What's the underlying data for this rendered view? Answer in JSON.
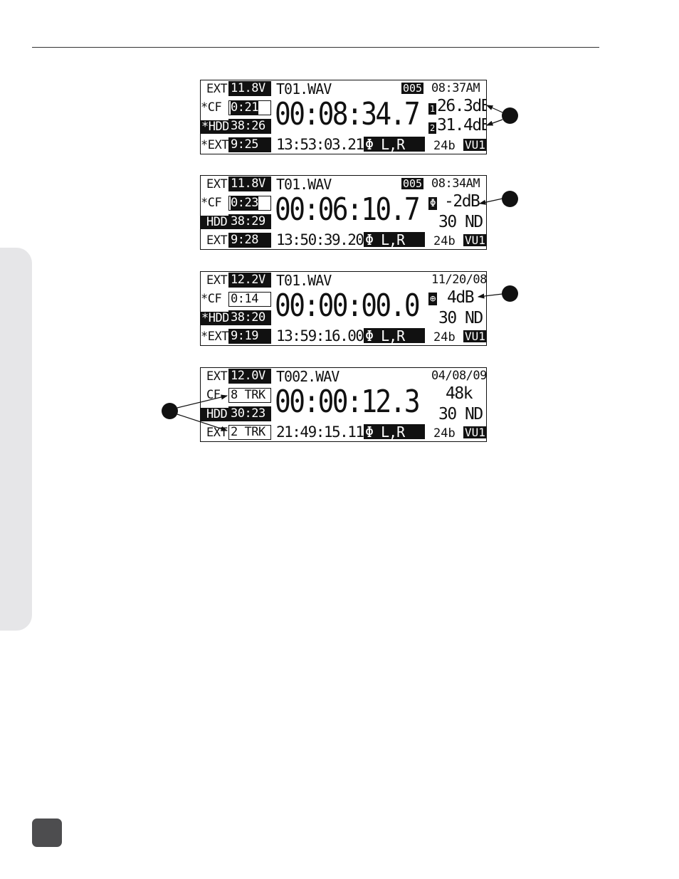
{
  "screens": [
    {
      "sources": [
        "EXT",
        "*CF",
        "*HDD",
        "*EXT"
      ],
      "values": [
        "11.8V",
        "0:21",
        "38:26",
        "9:25"
      ],
      "filename": "T01.WAV",
      "counter": "005",
      "clock": "08:37AM",
      "main_time": "00:08:34.7",
      "timecode": "13:53:03.21",
      "monitor": "Φ L,R",
      "bits": "24b",
      "vu": "VU1",
      "right_lines": [
        {
          "badge": "1",
          "text": "26.3dB"
        },
        {
          "badge": "2",
          "text": "31.4dB"
        }
      ]
    },
    {
      "sources": [
        "EXT",
        "*CF",
        "HDD",
        "EXT"
      ],
      "values": [
        "11.8V",
        "0:23",
        "38:29",
        "9:28"
      ],
      "filename": "T01.WAV",
      "counter": "005",
      "clock": "08:34AM",
      "main_time": "00:06:10.7",
      "timecode": "13:50:39.20",
      "monitor": "Φ L,R",
      "bits": "24b",
      "vu": "VU1",
      "right_lines": [
        {
          "badge": "Φ",
          "text": "-2dB"
        },
        {
          "badge": "",
          "text": "30 ND"
        }
      ]
    },
    {
      "sources": [
        "EXT",
        "*CF",
        "*HDD",
        "*EXT"
      ],
      "values": [
        "12.2V",
        "0:14",
        "38:20",
        "9:19"
      ],
      "filename": "T01.WAV",
      "counter": "",
      "clock": "11/20/08",
      "main_time": "00:00:00.0",
      "timecode": "13:59:16.00",
      "monitor": "Φ L,R",
      "bits": "24b",
      "vu": "VU1",
      "right_lines": [
        {
          "badge": "⊕",
          "text": "4dB"
        },
        {
          "badge": "",
          "text": "30 ND"
        }
      ]
    },
    {
      "sources": [
        "EXT",
        "CF",
        "HDD",
        "EXT"
      ],
      "values": [
        "12.0V",
        "8 TRK",
        "30:23",
        "2 TRK"
      ],
      "filename": "T002.WAV",
      "counter": "",
      "clock": "04/08/09",
      "main_time": "00:00:12.3",
      "timecode": "21:49:15.11",
      "monitor": "Φ L,R",
      "bits": "24b",
      "vu": "VU1",
      "right_lines": [
        {
          "badge": "",
          "text": "48k"
        },
        {
          "badge": "",
          "text": "30 ND"
        }
      ]
    }
  ]
}
